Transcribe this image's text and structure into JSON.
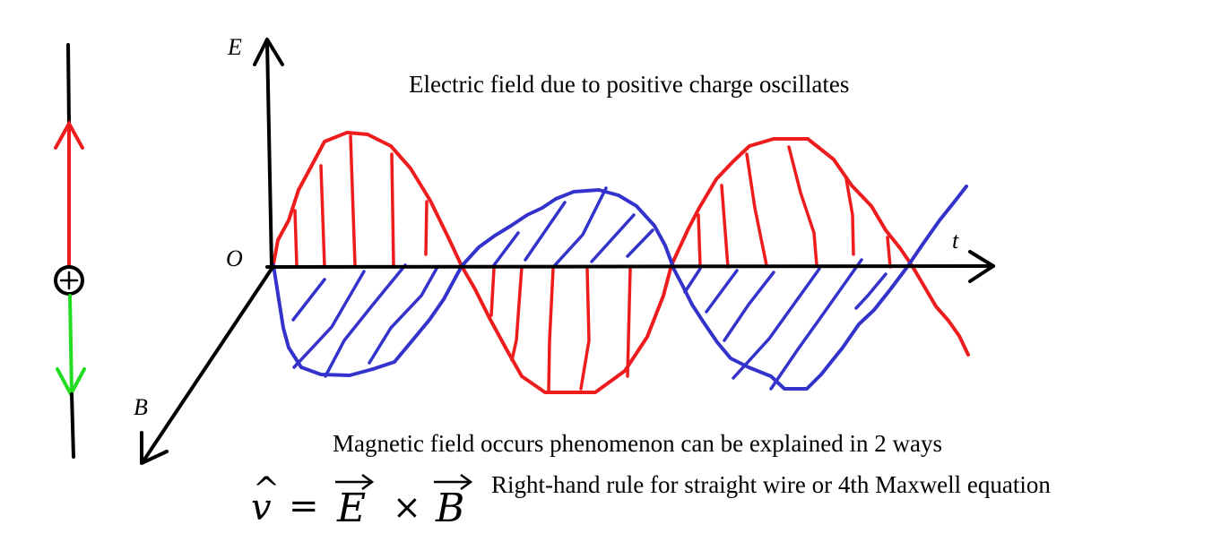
{
  "labels": {
    "E_axis": "E",
    "t_axis": "t",
    "B_axis": "B",
    "origin": "O"
  },
  "captions": {
    "electric": "Electric field due to positive charge oscillates",
    "magnetic": "Magnetic field occurs phenomenon can be explained in 2 ways",
    "rule": "Right-hand rule for straight wire or 4th Maxwell equation"
  },
  "equation": {
    "lhs": "v",
    "hat": "^",
    "equals": "=",
    "vec1": "E",
    "times": "×",
    "vec2": "B"
  },
  "charge": {
    "symbol": "+"
  },
  "colors": {
    "electric_wave": "#ee1c1c",
    "magnetic_wave": "#3333cc",
    "up_arrow": "#ee1c1c",
    "down_arrow": "#22dd22",
    "axes": "#000000"
  }
}
